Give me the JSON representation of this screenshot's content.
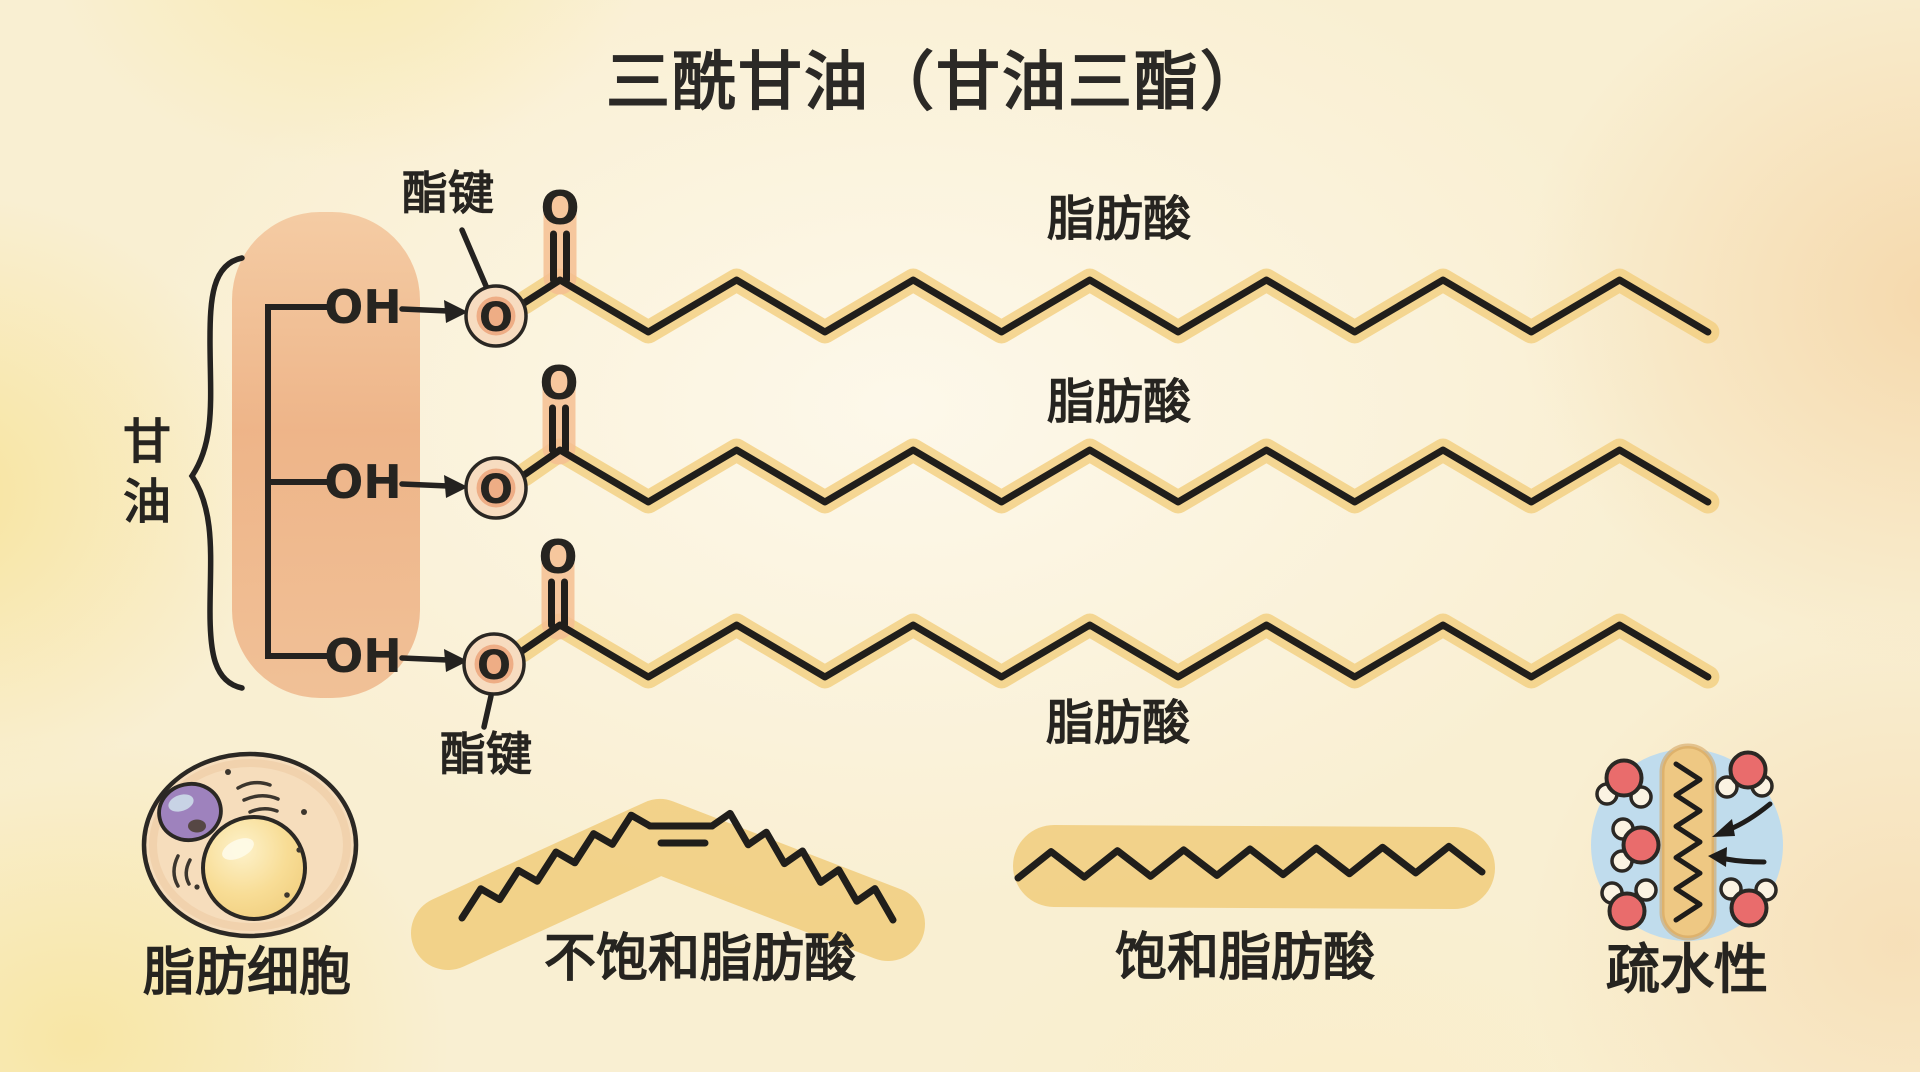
{
  "title": "三酰甘油（甘油三酯）",
  "molecule": {
    "glycerol_label": [
      "甘",
      "油"
    ],
    "hydroxyl": "OH",
    "ester_oxygen": "O",
    "carbonyl_oxygen": "O",
    "ester_bond_top": "酯键",
    "ester_bond_bottom": "酯键",
    "fatty_acid_labels": [
      "脂肪酸",
      "脂肪酸",
      "脂肪酸"
    ]
  },
  "bottom": {
    "fat_cell": "脂肪细胞",
    "unsaturated": "不饱和脂肪酸",
    "saturated": "饱和脂肪酸",
    "hydrophobicity": "疏水性"
  },
  "colors": {
    "background": "#f9efd2",
    "ink": "#242220",
    "chain_highlight": "#f1d087",
    "glycerol_blob": "#edb083",
    "ester_circle_fill": "#eead85",
    "water_blue": "#bddbee",
    "oxygen_red": "#e96c6c",
    "nucleus_purple": "#9e82bd",
    "lipid_droplet_yellow": "#f6d88c",
    "cell_fill": "#f6ddbc"
  }
}
